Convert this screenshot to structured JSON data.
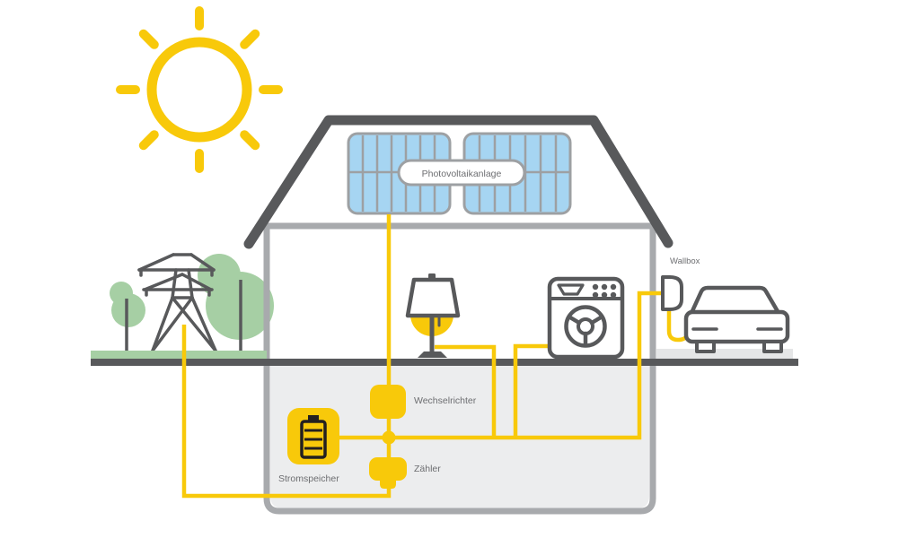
{
  "diagram": {
    "type": "home-energy-flow-illustration",
    "labels": {
      "photovoltaikanlage": "Photovoltaikanlage",
      "wallbox": "Wallbox",
      "wechselrichter": "Wechselrichter",
      "zaehler": "Zähler",
      "stromspeicher": "Stromspeicher"
    },
    "components": [
      "sun",
      "power-grid-tower",
      "trees",
      "house",
      "solar-panels",
      "lamp",
      "washing-machine",
      "wallbox",
      "electric-car",
      "inverter",
      "electricity-meter",
      "battery-storage",
      "junction-node"
    ],
    "connections": [
      "solar-panels -> inverter",
      "inverter -> junction-node",
      "junction-node -> electricity-meter",
      "electricity-meter -> power-grid-tower",
      "battery-storage -> junction-node",
      "junction-node -> lamp",
      "junction-node -> washing-machine",
      "junction-node -> wallbox",
      "wallbox -> electric-car"
    ]
  },
  "colors": {
    "yellow": "#F8C90A",
    "dark": "#58595B",
    "wall": "#A8AAAD",
    "basement": "#ECEDEE",
    "panel_blue": "#A6D5F2",
    "panel_grid": "#9DA0A3",
    "green": "#A6CFA4",
    "text": "#6D6E71",
    "platform": "#E5E6E7",
    "icon": "#232020",
    "white": "#FFFFFF"
  }
}
